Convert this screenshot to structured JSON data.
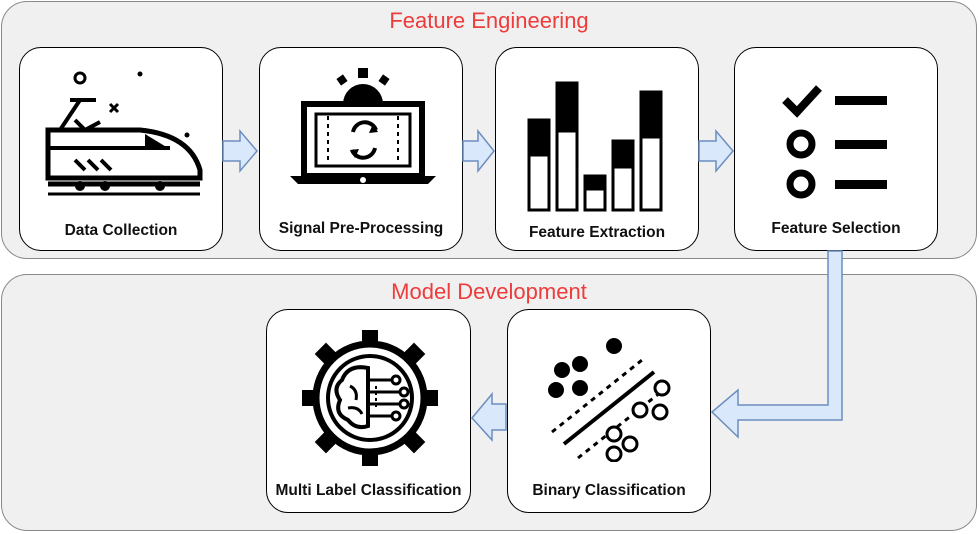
{
  "sections": {
    "feature_engineering": {
      "title": "Feature Engineering"
    },
    "model_development": {
      "title": "Model Development"
    }
  },
  "steps": {
    "data_collection": {
      "label": "Data Collection",
      "icon": "train-icon"
    },
    "signal_preprocessing": {
      "label": "Signal Pre-Processing",
      "icon": "laptop-processing-icon"
    },
    "feature_extraction": {
      "label": "Feature Extraction",
      "icon": "bar-chart-icon"
    },
    "feature_selection": {
      "label": "Feature Selection",
      "icon": "checklist-icon"
    },
    "binary_classification": {
      "label": "Binary Classification",
      "icon": "scatter-separation-icon"
    },
    "multi_label_classification": {
      "label": "Multi Label Classification",
      "icon": "ai-gear-brain-icon"
    }
  },
  "colors": {
    "section_title": "#ee3b3b",
    "arrow_fill": "#dae8fc",
    "arrow_stroke": "#6c8ebf",
    "section_bg": "#f0f0f0"
  }
}
